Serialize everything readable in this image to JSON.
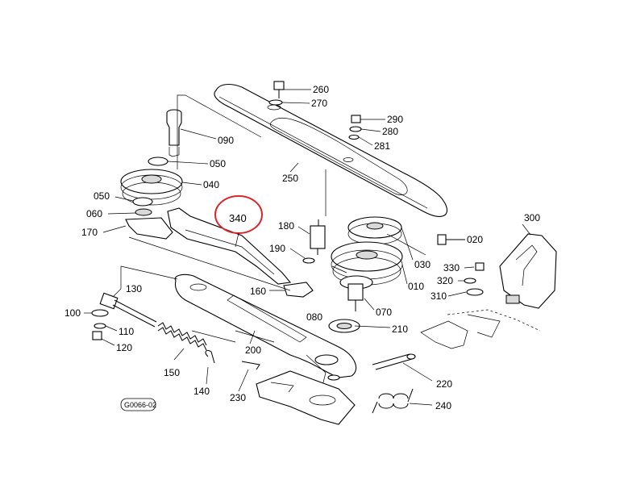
{
  "drawing_code": "G0066-02",
  "highlight_color": "#d8262b",
  "highlighted": "340",
  "callouts": {
    "c260": "260",
    "c270": "270",
    "c290": "290",
    "c280": "280",
    "c281": "281",
    "c090": "090",
    "c050a": "050",
    "c040": "040",
    "c050b": "050",
    "c060": "060",
    "c170": "170",
    "c340": "340",
    "c250": "250",
    "c180": "180",
    "c190": "190",
    "c020": "020",
    "c030": "030",
    "c010": "010",
    "c300": "300",
    "c330": "330",
    "c320": "320",
    "c310": "310",
    "c130": "130",
    "c100": "100",
    "c110": "110",
    "c120": "120",
    "c160": "160",
    "c070": "070",
    "c080": "080",
    "c210": "210",
    "c150": "150",
    "c200": "200",
    "c140": "140",
    "c230": "230",
    "c220": "220",
    "c240": "240"
  }
}
